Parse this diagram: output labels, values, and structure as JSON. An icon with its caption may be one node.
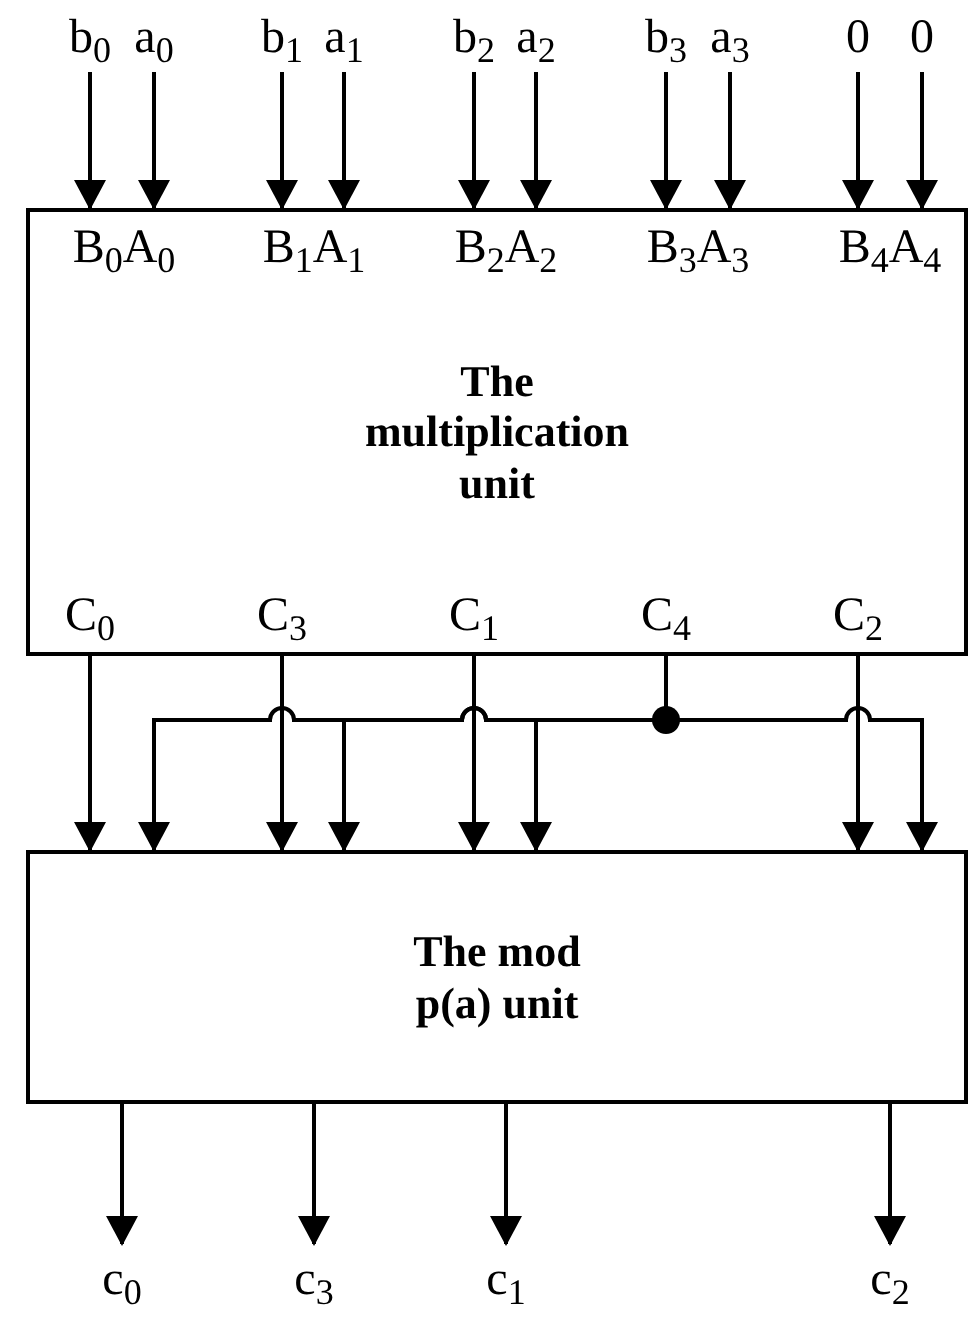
{
  "diagram": {
    "nodes": [
      {
        "text": [
          "The multiplication unit"
        ]
      },
      {
        "text": [
          "The mod p(a) unit"
        ]
      },
      {
        "text": [
          "b$_{0}$"
        ]
      },
      {
        "text": [
          "a$_{0}$"
        ]
      },
      {
        "text": [
          "b$_{1}$"
        ]
      },
      {
        "text": [
          "a$_{1}$"
        ]
      },
      {
        "text": [
          "b$_{2}$"
        ]
      },
      {
        "text": [
          "a$_{2}$"
        ]
      },
      {
        "text": [
          "b$_{3}$"
        ]
      },
      {
        "text": [
          "a$_{3}$"
        ]
      },
      {
        "text": [
          "0"
        ]
      },
      {
        "text": [
          "0"
        ]
      },
      {
        "text": [
          "c$_{0}$"
        ]
      },
      {
        "text": [
          "c$_{3}$"
        ]
      },
      {
        "text": [
          "c$_{1}$"
        ]
      },
      {
        "text": [
          "c$_{2}$"
        ]
      }
    ],
    "edges": [
      {
        "from": 2,
        "to": 0,
        "arrow": "to"
      },
      {
        "from": 3,
        "to": 0,
        "arrow": "to"
      },
      {
        "from": 4,
        "to": 0,
        "arrow": "to"
      },
      {
        "from": 5,
        "to": 0,
        "arrow": "to"
      },
      {
        "from": 6,
        "to": 0,
        "arrow": "to"
      },
      {
        "from": 7,
        "to": 0,
        "arrow": "to"
      },
      {
        "from": 8,
        "to": 0,
        "arrow": "to"
      },
      {
        "from": 9,
        "to": 0,
        "arrow": "to"
      },
      {
        "from": 10,
        "to": 0,
        "arrow": "to"
      },
      {
        "from": 11,
        "to": 0,
        "arrow": "to"
      },
      {
        "from": 0,
        "to": 1,
        "arrow": "to"
      },
      {
        "from": 0,
        "to": 1,
        "arrow": "to"
      },
      {
        "from": 0,
        "to": 1,
        "arrow": "to"
      },
      {
        "from": 0,
        "to": 1,
        "arrow": "to"
      },
      {
        "from": 0,
        "to": 1,
        "arrow": "to"
      },
      {
        "from": 0,
        "to": 1,
        "arrow": "to"
      },
      {
        "from": 0,
        "to": 1,
        "arrow": "to"
      },
      {
        "from": 0,
        "to": 1,
        "arrow": "to"
      },
      {
        "from": 1,
        "to": 12,
        "arrow": "to"
      },
      {
        "from": 1,
        "to": 13,
        "arrow": "to"
      },
      {
        "from": 1,
        "to": 14,
        "arrow": "to"
      },
      {
        "from": 1,
        "to": 15,
        "arrow": "to"
      }
    ],
    "labels": [
      "B$_{0}$A$_{0}$",
      "B$_{1}$A$_{1}$",
      "B$_{2}$A$_{2}$",
      "B$_{3}$A$_{3}$",
      "B$_{4}$A$_{4}$",
      "C$_{0}$",
      "C$_{3}$",
      "C$_{1}$",
      "C$_{4}$",
      "C$_{2}$"
    ]
  }
}
